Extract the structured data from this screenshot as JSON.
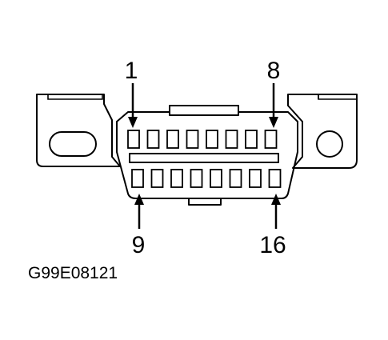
{
  "labels": {
    "pin_top_left": "1",
    "pin_top_right": "8",
    "pin_bottom_left": "9",
    "pin_bottom_right": "16",
    "reference_code": "G99E08121"
  },
  "connector": {
    "top_row_pin_count": 8,
    "bottom_row_pin_count": 8
  }
}
